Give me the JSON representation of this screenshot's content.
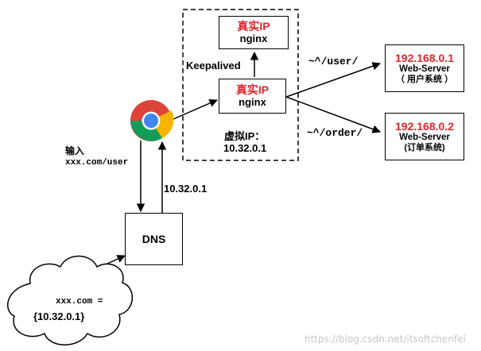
{
  "nginx_top": {
    "ip_label": "真实IP",
    "name": "nginx"
  },
  "nginx_main": {
    "ip_label": "真实IP",
    "name": "nginx"
  },
  "keepalived_label": "Keepalived",
  "vip": {
    "label": "虚拟IP：",
    "value": "10.32.0.1"
  },
  "routes": {
    "user": "~^/user/",
    "order": "~^/order/"
  },
  "servers": [
    {
      "ip": "192.168.0.1",
      "name": "Web-Server",
      "desc": "（ 用户系统 ）"
    },
    {
      "ip": "192.168.0.2",
      "name": "Web-Server",
      "desc": "(订单系统)"
    }
  ],
  "input": {
    "label": "输入",
    "url": "xxx.com/user"
  },
  "dns_reply": "10.32.0.1",
  "dns": {
    "label": "DNS"
  },
  "cloud": {
    "line1": "xxx.com =",
    "line2": "{10.32.0.1}"
  },
  "watermark": "https://blog.csdn.net/itsoftchenfei",
  "colors": {
    "accent_red": "#e0262b",
    "line": "#000000",
    "chrome_red": "#db4437",
    "chrome_green": "#0f9d58",
    "chrome_yellow": "#f4b400",
    "chrome_blue": "#4285f4"
  }
}
